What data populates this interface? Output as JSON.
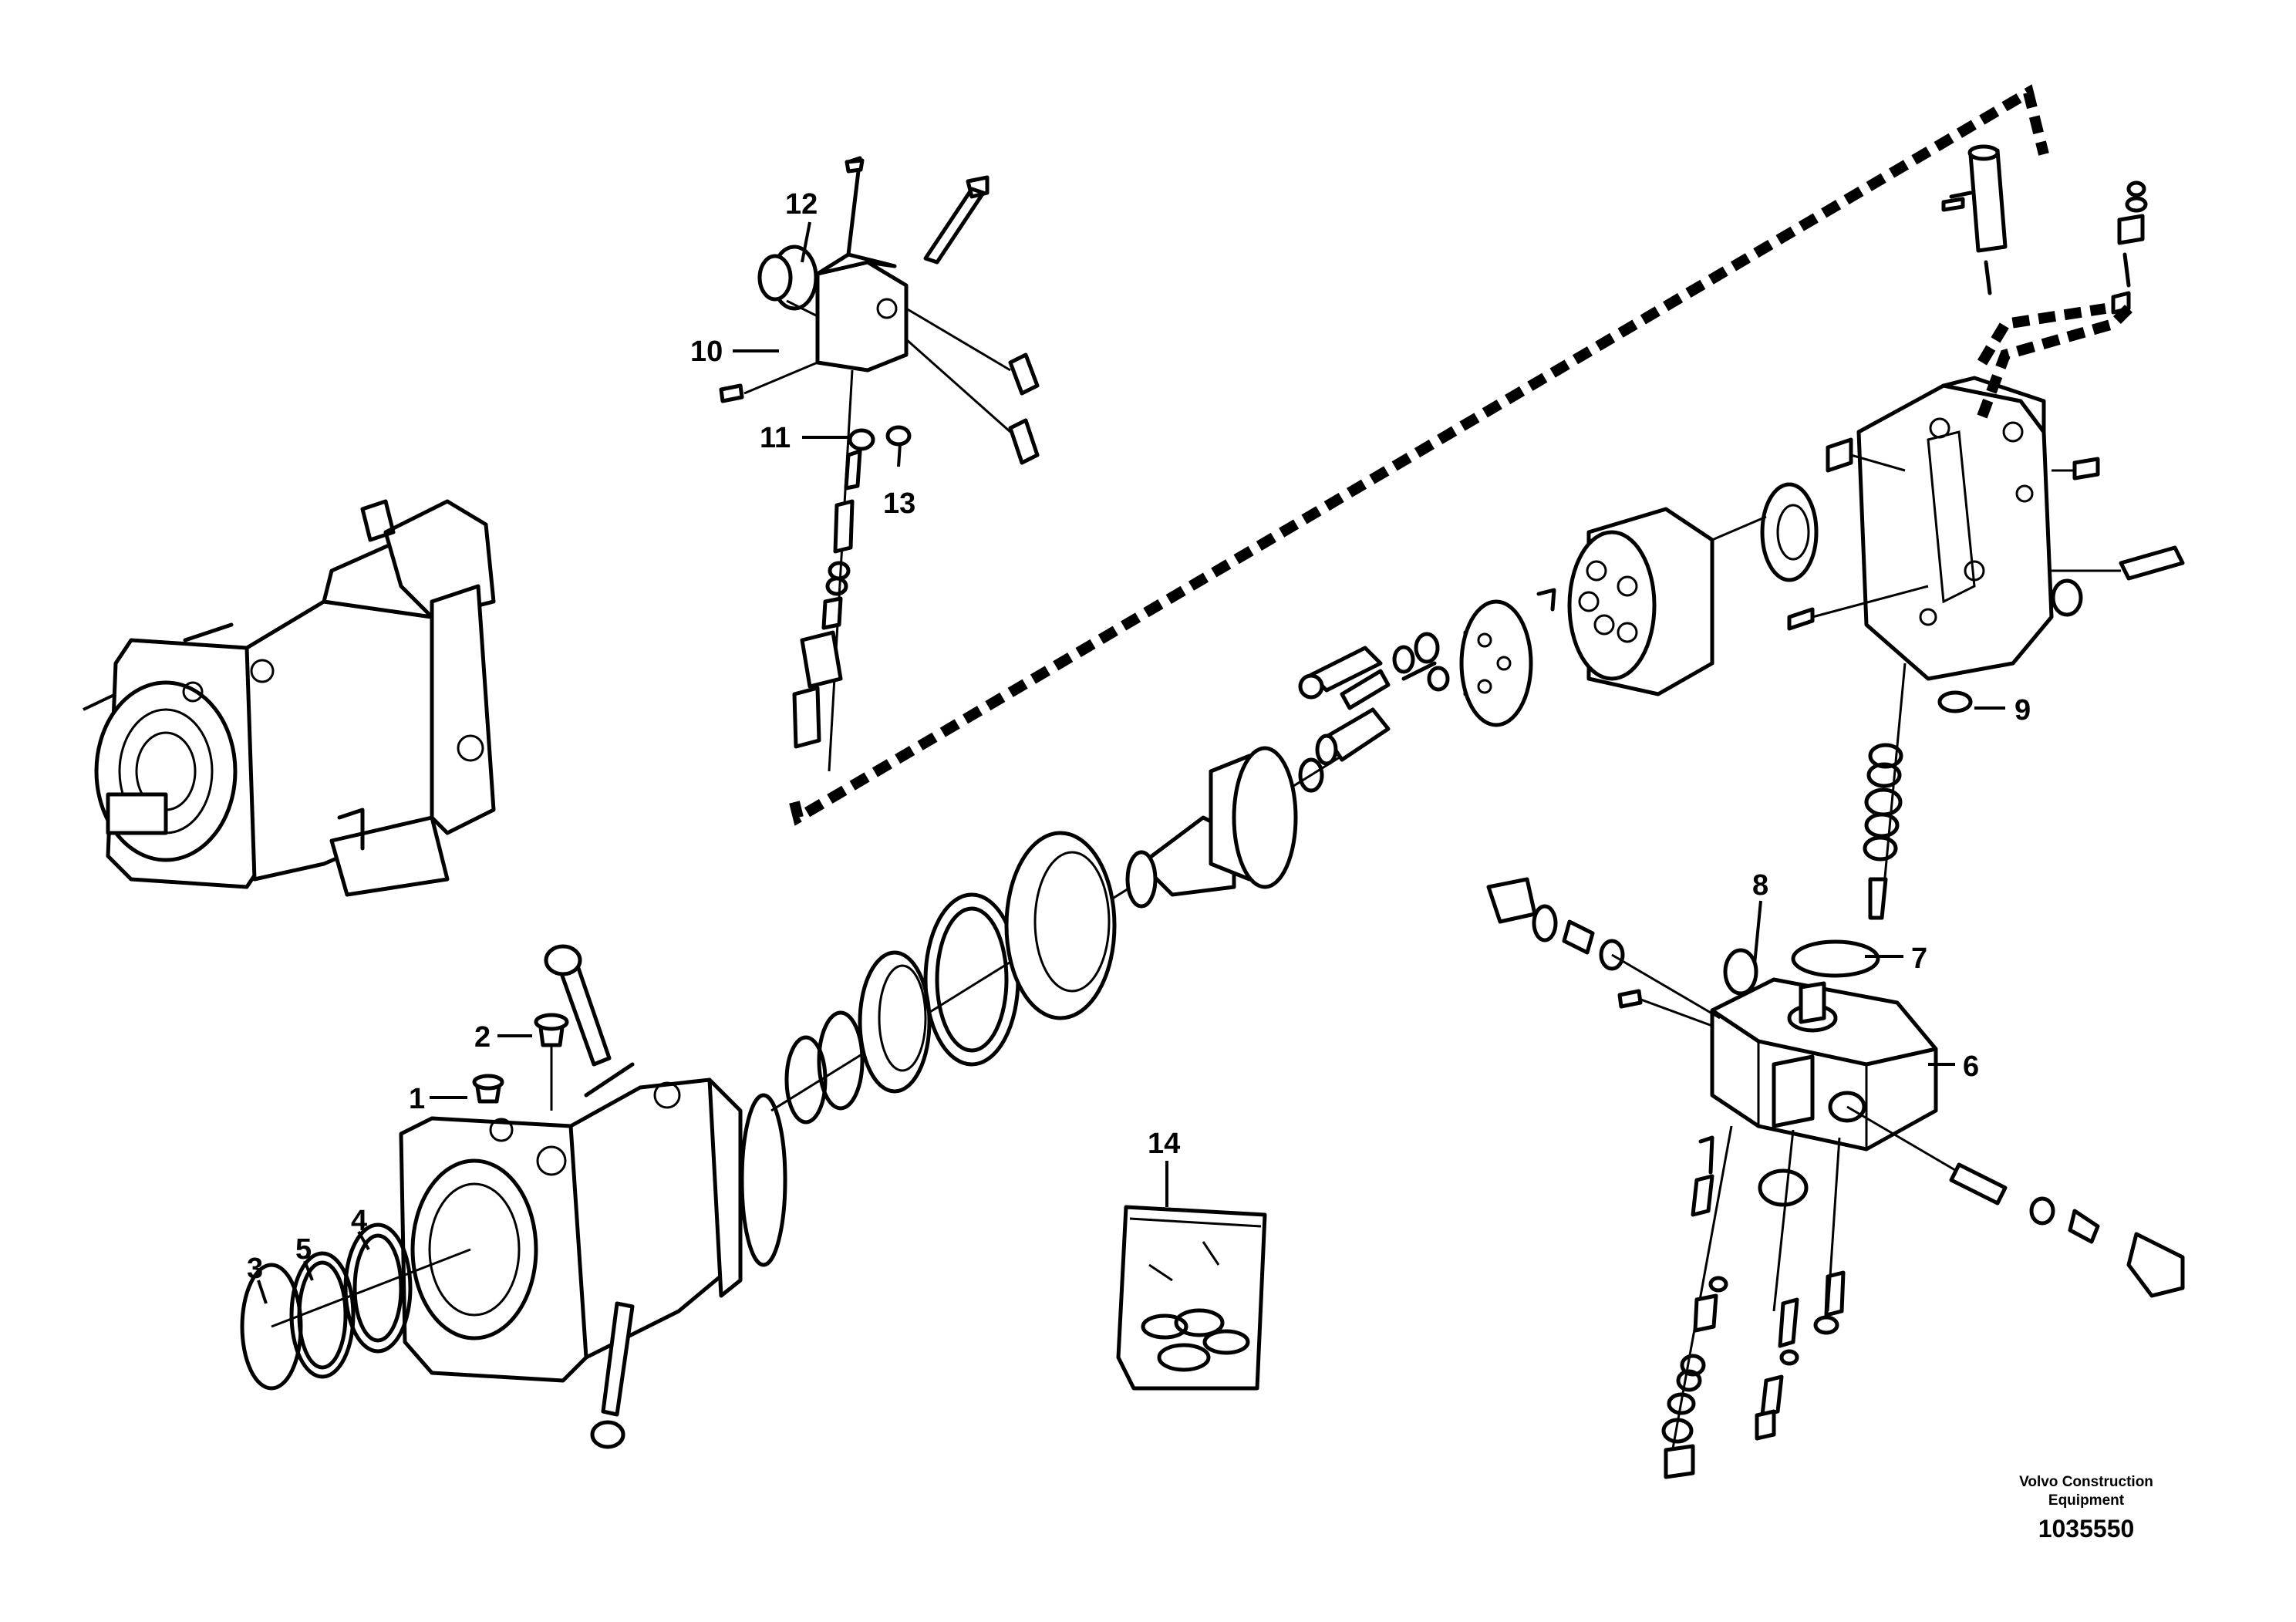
{
  "callouts": [
    "1",
    "2",
    "3",
    "4",
    "5",
    "6",
    "7",
    "8",
    "9",
    "10",
    "11",
    "12",
    "13",
    "14"
  ],
  "footer": {
    "brand_line1": "Volvo Construction",
    "brand_line2": "Equipment",
    "doc_number": "1035550"
  }
}
